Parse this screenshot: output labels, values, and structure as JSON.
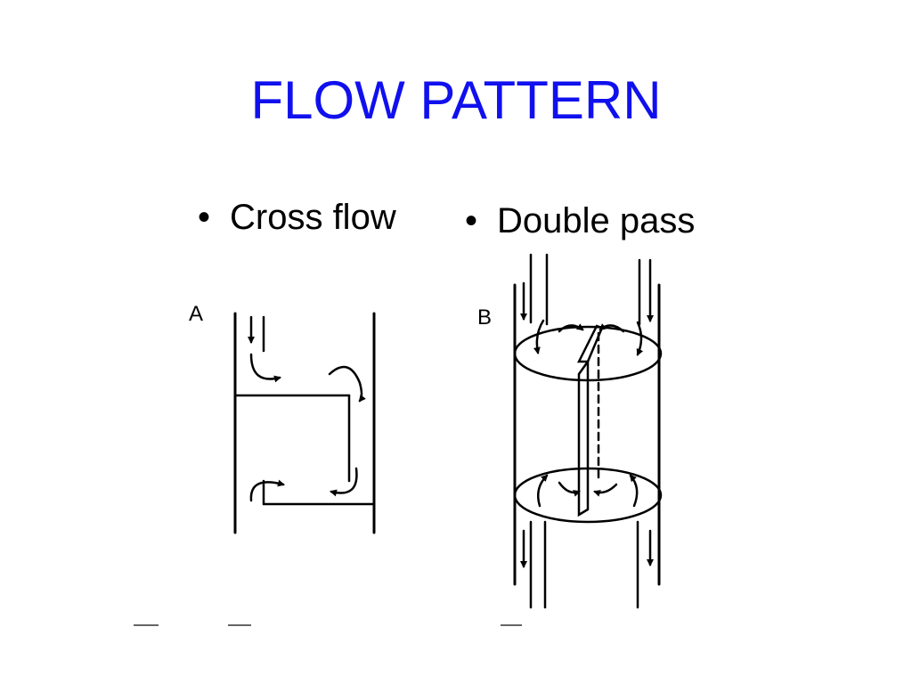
{
  "slide": {
    "title": "FLOW PATTERN"
  },
  "bullets": [
    {
      "marker": "•",
      "text": "Cross flow"
    },
    {
      "marker": "•",
      "text": "Double pass"
    }
  ],
  "diagrams": {
    "a_label": "A",
    "b_label": "B"
  },
  "colors": {
    "title": "#1010ee",
    "text": "#000000",
    "background": "#ffffff"
  },
  "icons": [
    "flow-arrow-icon",
    "curved-arrow-icon"
  ]
}
